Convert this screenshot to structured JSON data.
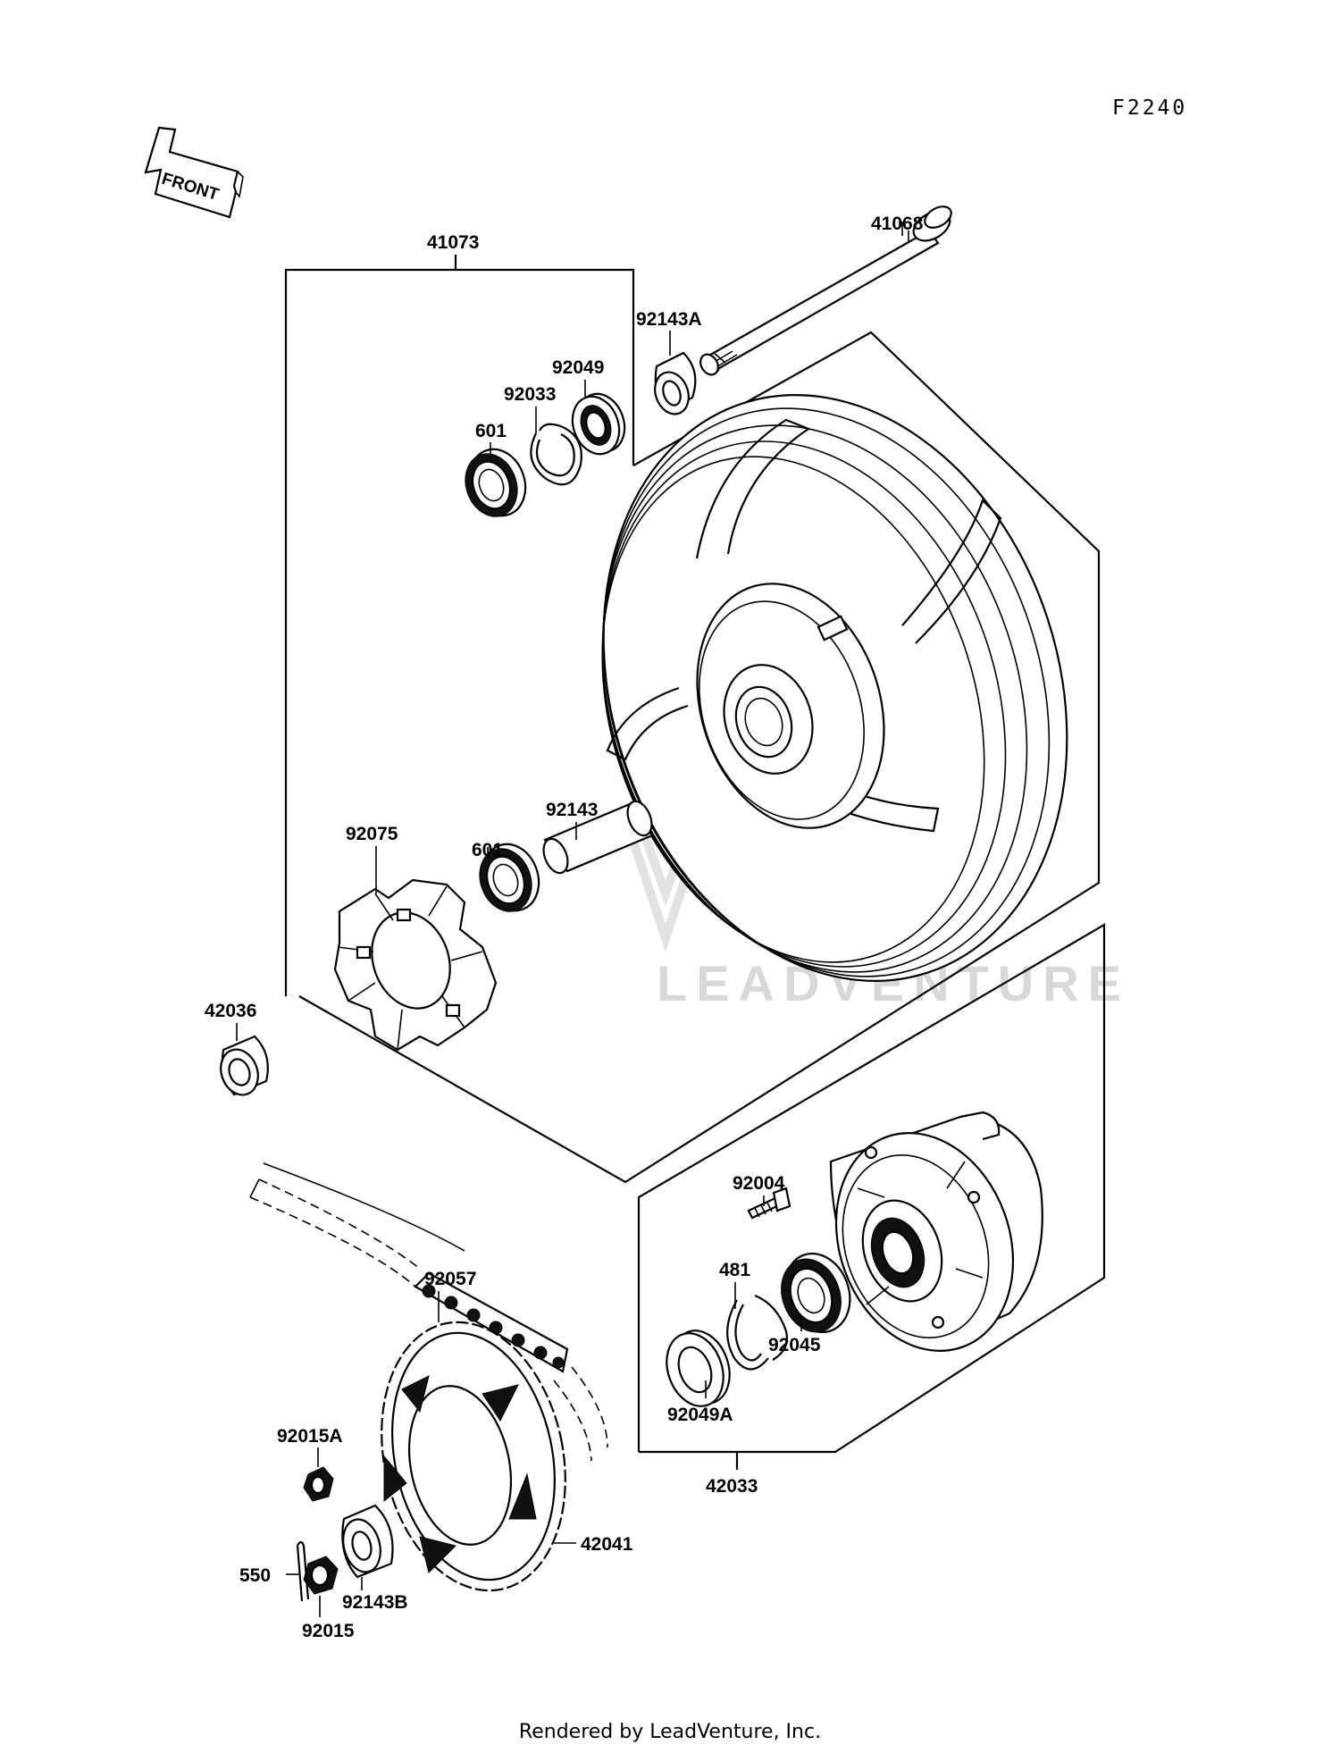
{
  "diagram_code": "F2240",
  "front_label": "FRONT",
  "watermark": "LEADVENTURE",
  "footer": "Rendered by LeadVenture, Inc.",
  "callouts": {
    "p41073": "41073",
    "p41068": "41068",
    "p92143A": "92143A",
    "p92049": "92049",
    "p92033": "92033",
    "p601_top": "601",
    "p92143": "92143",
    "p92075": "92075",
    "p601_mid": "601",
    "p42036": "42036",
    "p92004": "92004",
    "p92057": "92057",
    "p481": "481",
    "p92045": "92045",
    "p92049A": "92049A",
    "p42033": "42033",
    "p92015A": "92015A",
    "p42041": "42041",
    "p550": "550",
    "p92143B": "92143B",
    "p92015": "92015"
  }
}
